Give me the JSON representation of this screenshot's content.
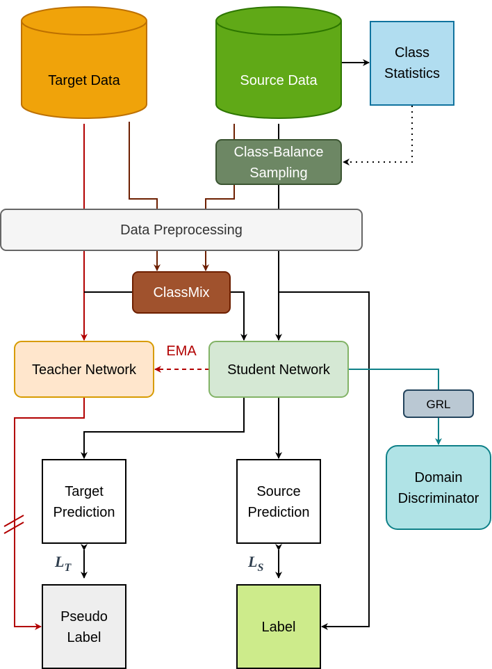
{
  "nodes": {
    "target_data": "Target Data",
    "source_data": "Source Data",
    "class_statistics": [
      "Class",
      "Statistics"
    ],
    "class_balance_sampling": [
      "Class-Balance",
      "Sampling"
    ],
    "data_preprocessing": "Data Preprocessing",
    "classmix": "ClassMix",
    "teacher_network": "Teacher Network",
    "student_network": "Student Network",
    "grl": "GRL",
    "domain_discriminator": [
      "Domain",
      "Discriminator"
    ],
    "target_prediction": [
      "Target",
      "Prediction"
    ],
    "source_prediction": [
      "Source",
      "Prediction"
    ],
    "pseudo_label": [
      "Pseudo",
      "Label"
    ],
    "label": "Label"
  },
  "edge_labels": {
    "ema": "EMA",
    "loss_target": {
      "symbol": "L",
      "subscript": "T"
    },
    "loss_source": {
      "symbol": "L",
      "subscript": "S"
    }
  },
  "colors": {
    "target_data_fill": "#f0a30a",
    "target_data_stroke": "#bd7000",
    "source_data_fill": "#60a917",
    "source_data_stroke": "#2d7600",
    "class_statistics_fill": "#b1ddf0",
    "class_statistics_stroke": "#10739e",
    "sampling_fill": "#6d8764",
    "sampling_stroke": "#3a5431",
    "preprocessing_fill": "#f5f5f5",
    "preprocessing_stroke": "#666666",
    "classmix_fill": "#a0522d",
    "classmix_stroke": "#6d1f00",
    "teacher_fill": "#ffe6cc",
    "teacher_stroke": "#d79b00",
    "student_fill": "#d5e8d4",
    "student_stroke": "#82b366",
    "grl_fill": "#bac8d3",
    "grl_stroke": "#23445d",
    "discriminator_fill": "#b0e3e6",
    "discriminator_stroke": "#0e8088",
    "pseudo_label_fill": "#eeeeee",
    "label_fill": "#cdeb8b",
    "red_line": "#b20000",
    "brown_line": "#6d1f00",
    "teal_line": "#0e8088"
  }
}
